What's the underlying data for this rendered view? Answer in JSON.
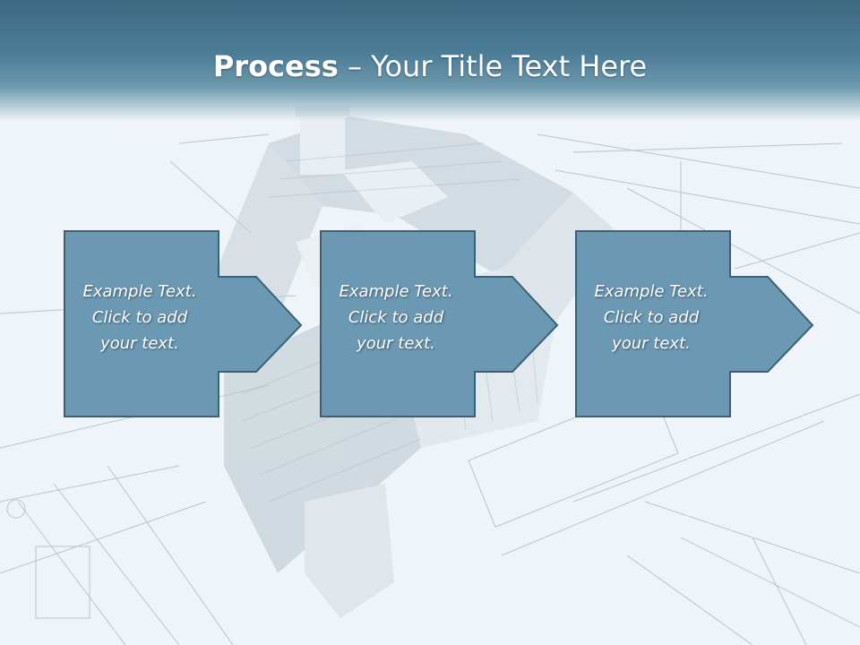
{
  "slide": {
    "title_bold": "Process",
    "title_rest": " – Your Title Text Here",
    "steps": [
      {
        "lines": [
          "Example Text.",
          "Click  to add",
          "your text."
        ]
      },
      {
        "lines": [
          "Example Text.",
          "Click  to add",
          "your text."
        ]
      },
      {
        "lines": [
          "Example Text.",
          "Click  to add",
          "your text."
        ]
      }
    ]
  },
  "colors": {
    "header": "#4c7d97",
    "box_fill": "#6b98b3",
    "box_stroke": "#3d6077",
    "text": "#ffffff"
  }
}
